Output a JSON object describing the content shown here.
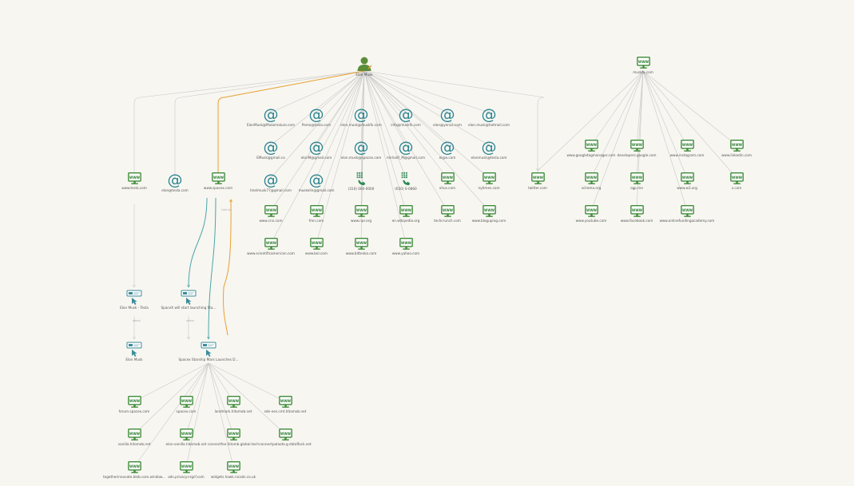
{
  "roots": {
    "person": {
      "label": "Elon Musk",
      "icon": "person-icon"
    },
    "site": {
      "label": "muskfx.com",
      "icon": "website-icon"
    }
  },
  "emails": [
    {
      "label": "ElonMusk@Mukemaluro.com",
      "icon": "at-icon"
    },
    {
      "label": "Pomo@tesla.com",
      "icon": "at-icon"
    },
    {
      "label": "elon.musk@muskfx.com",
      "icon": "at-icon"
    },
    {
      "label": "info@muskfx.com",
      "icon": "at-icon"
    },
    {
      "label": "elon@yenus.com",
      "icon": "at-icon"
    },
    {
      "label": "elon.musk@hotmail.com",
      "icon": "at-icon"
    },
    {
      "label": "EMusk@gmail.co",
      "icon": "at-icon"
    },
    {
      "label": "elonM@gmail.com",
      "icon": "at-icon"
    },
    {
      "label": "elon.musk@spacex.com",
      "icon": "at-icon"
    },
    {
      "label": "mirlonR_M@gmail.com",
      "icon": "at-icon"
    },
    {
      "label": "ei@a.com",
      "icon": "at-icon"
    },
    {
      "label": "elonmusk@tesla.com",
      "icon": "at-icon"
    },
    {
      "label": "Imelmusk77@gmail.com",
      "icon": "at-icon"
    },
    {
      "label": "muskelin@gmail.com",
      "icon": "at-icon"
    }
  ],
  "phones": [
    {
      "label": "(310) 000-0000",
      "icon": "phone-icon"
    },
    {
      "label": "(650) 0-0860",
      "icon": "phone-icon"
    }
  ],
  "person_sites": [
    {
      "label": "xhus.com",
      "icon": "website-icon"
    },
    {
      "label": "nytimes.com",
      "icon": "website-icon"
    },
    {
      "label": "www.cnn.com",
      "icon": "website-icon"
    },
    {
      "label": "fmn.com",
      "icon": "website-icon"
    },
    {
      "label": "www.npr.org",
      "icon": "website-icon"
    },
    {
      "label": "en.wikipedia.org",
      "icon": "website-icon"
    },
    {
      "label": "techcrunch.com",
      "icon": "website-icon"
    },
    {
      "label": "www.bloguping.com",
      "icon": "website-icon"
    },
    {
      "label": "www.scientificamerican.com",
      "icon": "website-icon"
    },
    {
      "label": "www.bol.com",
      "icon": "website-icon"
    },
    {
      "label": "www.bittenko.com",
      "icon": "website-icon"
    },
    {
      "label": "www.yahoo.com",
      "icon": "website-icon"
    }
  ],
  "branches": [
    {
      "label": "www.tesla.com",
      "icon": "website-icon"
    },
    {
      "label": "elon@tesla.com",
      "icon": "at-icon"
    },
    {
      "label": "www.spacex.com",
      "icon": "website-icon"
    },
    {
      "label": "twitter.com",
      "icon": "website-icon"
    }
  ],
  "site_children": [
    {
      "label": "www.googletagmanager.com",
      "icon": "website-icon"
    },
    {
      "label": "developers.google.com",
      "icon": "website-icon"
    },
    {
      "label": "www.instagram.com",
      "icon": "website-icon"
    },
    {
      "label": "www.linkedin.com",
      "icon": "website-icon"
    },
    {
      "label": "schema.org",
      "icon": "website-icon"
    },
    {
      "label": "ogp.me",
      "icon": "website-icon"
    },
    {
      "label": "www.w3.org",
      "icon": "website-icon"
    },
    {
      "label": "x.com",
      "icon": "website-icon"
    },
    {
      "label": "www.youtube.com",
      "icon": "website-icon"
    },
    {
      "label": "www.facebook.com",
      "icon": "website-icon"
    },
    {
      "label": "www.onlinefundingacademy.com",
      "icon": "website-icon"
    }
  ],
  "docs": [
    {
      "label": "Elon Musk - Tesla",
      "icon": "document-icon"
    },
    {
      "label": "SpaceX will start launching Sta...",
      "icon": "document-icon"
    },
    {
      "label": "Elon Musk",
      "icon": "document-icon"
    },
    {
      "label": "Spacex Starship Mars Launches D...",
      "icon": "document-icon"
    }
  ],
  "spacex_children": [
    {
      "label": "forum.spacex.com",
      "icon": "website-icon"
    },
    {
      "label": "spacex.com",
      "icon": "website-icon"
    },
    {
      "label": "landmark.hitomob.net",
      "icon": "website-icon"
    },
    {
      "label": "sde-nes.cmt.hitomob.net",
      "icon": "website-icon"
    },
    {
      "label": "vanilla.hitomob.net",
      "icon": "website-icon"
    },
    {
      "label": "elon-vanilla.hitomob.net",
      "icon": "website-icon"
    },
    {
      "label": "connectfee.hitomb.global.tech",
      "icon": "website-icon"
    },
    {
      "label": "connectpalaoto.g.dataflock.net",
      "icon": "website-icon"
    },
    {
      "label": "togetherinnovate.blob.core.window...",
      "icon": "website-icon"
    },
    {
      "label": "ads.privacy.nrgcf.com",
      "icon": "website-icon"
    },
    {
      "label": "widgets.hawk.nicads.co.uk",
      "icon": "website-icon"
    }
  ],
  "edge_labels": {
    "spacex_up": "links to",
    "tesla_doc": "about",
    "doc_doc": "refers"
  },
  "colors": {
    "entity_green": "#2e7d32",
    "email_teal": "#2b8591",
    "edge_gray": "#c9c9c9",
    "edge_orange": "#e8a030",
    "edge_teal": "#4aa6a8",
    "doc_teal": "#3b8c9a"
  }
}
